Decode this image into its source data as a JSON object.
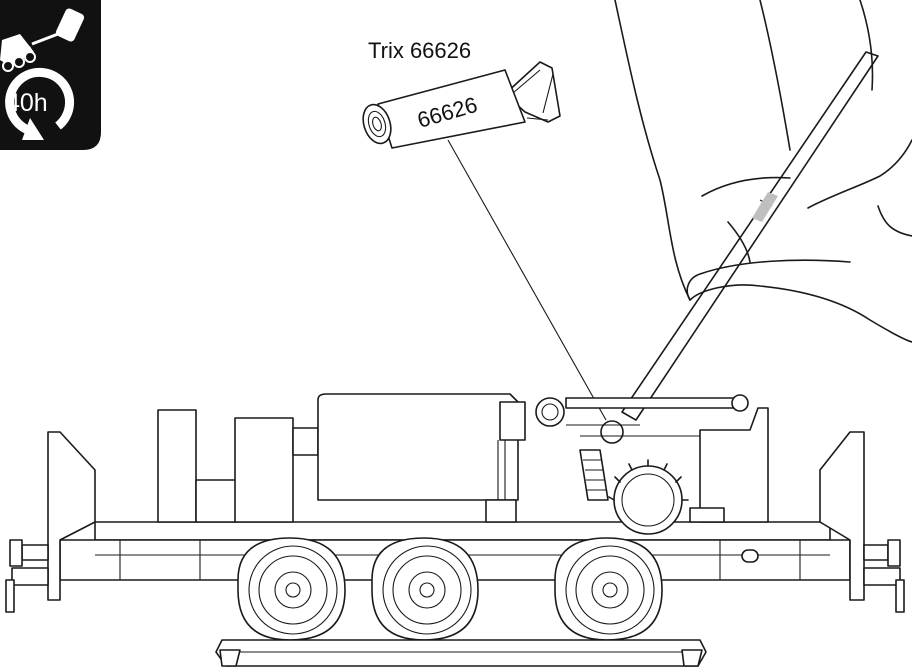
{
  "badge": {
    "interval_text": "40h",
    "background_color": "#111111",
    "icons": [
      "oil-bottle-icon",
      "locomotive-icon",
      "clockwise-arrow-icon"
    ]
  },
  "lubricant": {
    "product_label": "Trix 66626",
    "tube_text": "66626",
    "tube_color": "#e8e8e8"
  },
  "scene": {
    "icons": [
      "hand-with-applicator-icon",
      "grease-tube-icon",
      "locomotive-chassis-icon"
    ]
  }
}
